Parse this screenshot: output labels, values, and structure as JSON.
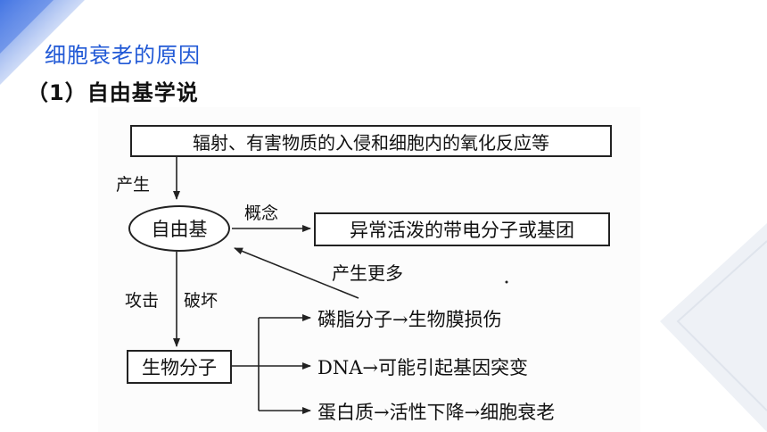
{
  "header": {
    "section_title": "细胞衰老的原因",
    "subtitle": "（1）自由基学说"
  },
  "diagram": {
    "top_box": "辐射、有害物质的入侵和细胞内的氧化反应等",
    "label_produce": "产生",
    "free_radical": "自由基",
    "label_concept": "概念",
    "concept_box": "异常活泼的带电分子或基团",
    "label_produce_more": "产生更多",
    "label_attack": "攻击",
    "label_destroy": "破坏",
    "biomolecule_box": "生物分子",
    "outcomes": [
      "磷脂分子→生物膜损伤",
      "DNA→可能引起基因突变",
      "蛋白质→活性下降→细胞衰老"
    ]
  },
  "colors": {
    "title_blue": "#2159d6",
    "corner_blue": "#5b8def",
    "bg_gray": "#e8ecf2"
  }
}
